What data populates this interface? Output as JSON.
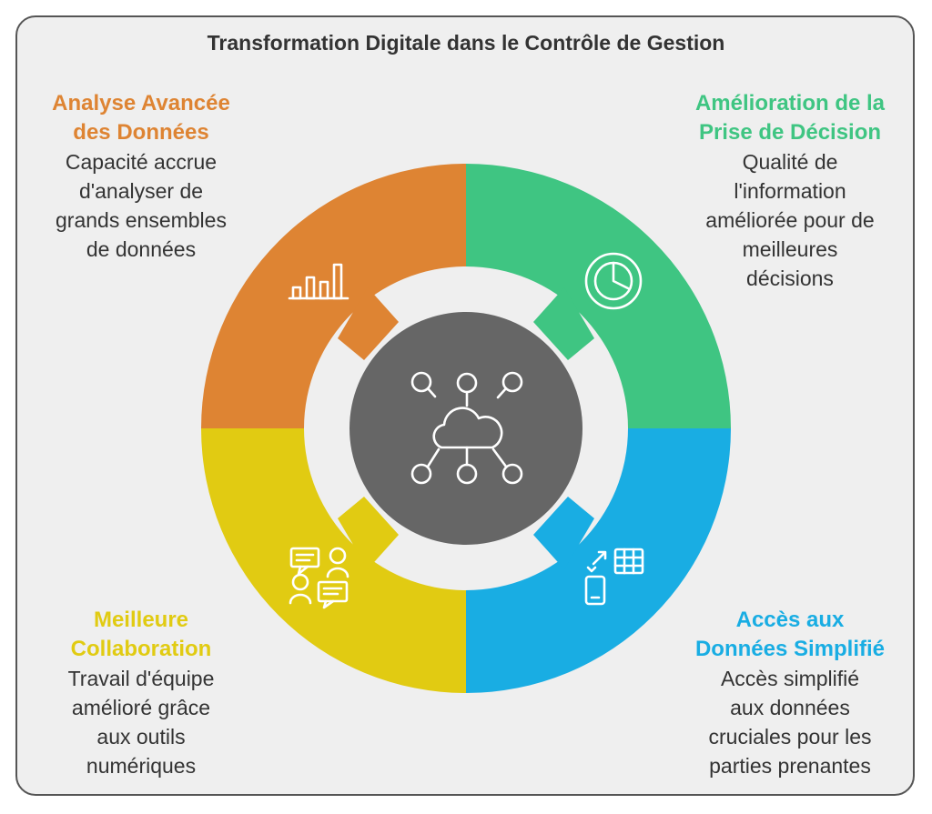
{
  "title": "Transformation Digitale dans le Contrôle de Gestion",
  "colors": {
    "orange": "#DE8433",
    "green": "#3FC582",
    "yellow": "#E1CB12",
    "blue": "#19ADE3",
    "center": "#666666",
    "background": "#EFEFEF"
  },
  "segments": {
    "top_left": {
      "heading_lines": [
        "Analyse Avancée",
        "des Données"
      ],
      "desc_lines": [
        "Capacité accrue",
        "d'analyser de",
        "grands ensembles",
        "de données"
      ],
      "icon": "bar-chart-icon"
    },
    "top_right": {
      "heading_lines": [
        "Amélioration de la",
        "Prise de Décision"
      ],
      "desc_lines": [
        "Qualité de",
        "l'information",
        "améliorée pour de",
        "meilleures",
        "décisions"
      ],
      "icon": "pie-chart-icon"
    },
    "bottom_left": {
      "heading_lines": [
        "Meilleure",
        "Collaboration"
      ],
      "desc_lines": [
        "Travail d'équipe",
        "amélioré grâce",
        "aux outils",
        "numériques"
      ],
      "icon": "collaboration-icon"
    },
    "bottom_right": {
      "heading_lines": [
        "Accès aux",
        "Données Simplifié"
      ],
      "desc_lines": [
        "Accès simplifié",
        "aux données",
        "cruciales pour les",
        "parties prenantes"
      ],
      "icon": "data-access-icon"
    }
  },
  "center_icon": "cloud-network-icon"
}
